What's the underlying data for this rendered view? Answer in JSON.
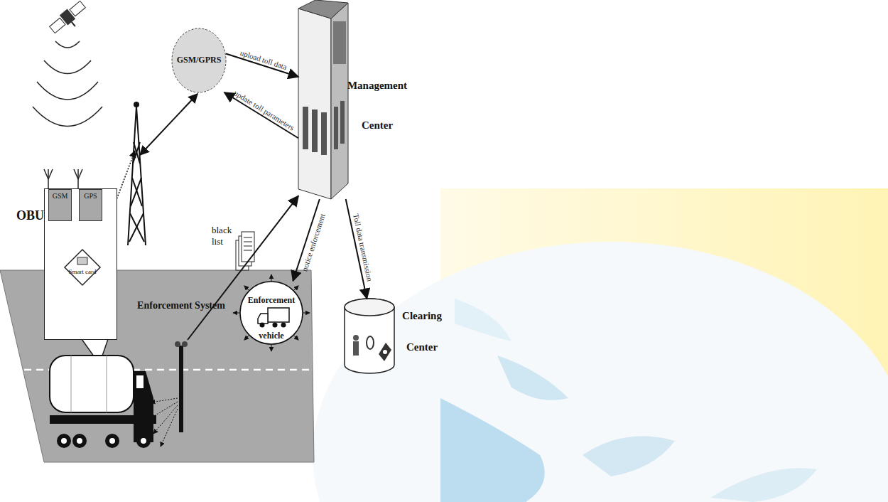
{
  "diagram": {
    "nodes": [
      {
        "text": [
          "GSM/GPRS"
        ]
      },
      {
        "text": [
          "Management Center"
        ]
      },
      {
        "text": [
          "OBU"
        ]
      },
      {
        "text": [
          "GSM"
        ],
        "in": 2
      },
      {
        "text": [
          "GPS"
        ],
        "in": 2
      },
      {
        "text": [
          "Smart card"
        ],
        "in": 2
      },
      {
        "text": [
          "Enforcement System"
        ]
      },
      {
        "text": [
          "Enforcement vehicle"
        ]
      },
      {
        "text": [
          "Clearing Center"
        ]
      }
    ],
    "edges": [
      {
        "from": 0,
        "to": 1,
        "label": "upload toll data",
        "arrow": "to"
      },
      {
        "from": 1,
        "to": 0,
        "label": "update toll parameters",
        "arrow": "to"
      },
      {
        "from": 6,
        "to": 1,
        "arrow": "to"
      },
      {
        "from": 1,
        "to": 7,
        "label": "notice enforcement",
        "arrow": "to"
      },
      {
        "from": 1,
        "to": 8,
        "label": "Toll data transmission",
        "arrow": "to"
      }
    ],
    "labels": [
      "black list"
    ]
  }
}
